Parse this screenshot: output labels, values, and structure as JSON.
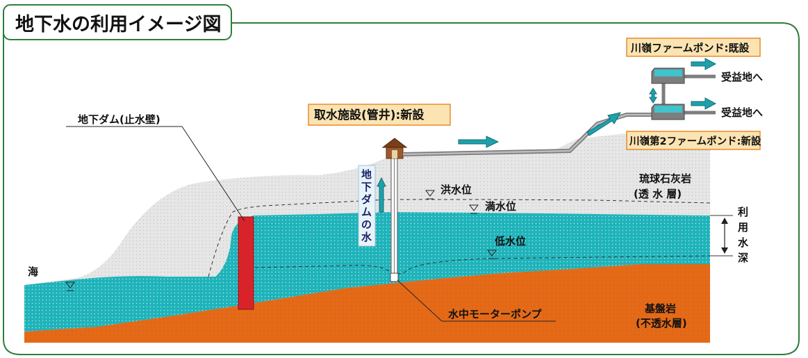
{
  "title": "地下水の利用イメージ図",
  "labels": {
    "dam": "地下ダム(止水壁)",
    "intake": "取水施設(管井):新設",
    "pond1": "川嶺ファームポンド:既設",
    "pond2": "川嶺第2ファームポンド:新設",
    "benefit1": "受益地へ",
    "benefit2": "受益地へ",
    "limestone_1": "琉球石灰岩",
    "limestone_2": "(透 水 層)",
    "flood_level": "洪水位",
    "full_level": "満水位",
    "low_level": "低水位",
    "depth_chars": [
      "利",
      "用",
      "水",
      "深"
    ],
    "sea": "海",
    "pump": "水中モーターポンプ",
    "bedrock_1": "基盤岩",
    "bedrock_2": "(不透水層)",
    "vertical_chars": [
      "地",
      "下",
      "ダ",
      "ム",
      "の",
      "水"
    ]
  },
  "colors": {
    "frame": "#2f7d3b",
    "water": "#1fb3ba",
    "limestone": "#e6e6e6",
    "bedrock": "#e46a18",
    "dam": "#d9232a",
    "label_fill": "#fbe4b2",
    "label_border": "#e98a2e",
    "arrow": "#1fa0aa",
    "pipe": "#9a9a9a"
  }
}
